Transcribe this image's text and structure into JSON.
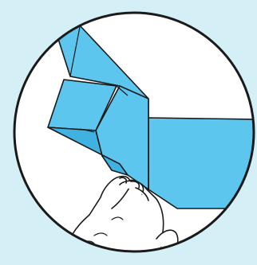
{
  "illustration": {
    "subject": "origami-fold-detail",
    "colors": {
      "background": "#d4f0f6",
      "disc": "#ffffff",
      "paper": "#5cc6ee",
      "paper_shade": "#3fb2e2",
      "ink": "#1a1a1a"
    },
    "icons": [
      "magnifier-circle",
      "folded-paper",
      "hand"
    ]
  }
}
